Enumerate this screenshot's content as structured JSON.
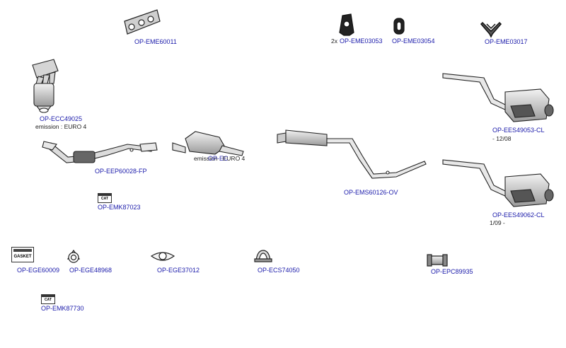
{
  "colors": {
    "link": "#1a1aaa",
    "line": "#333333",
    "fill": "#d8d8d8",
    "dark": "#555555"
  },
  "parts": {
    "eme60011": {
      "code": "OP-EME60011",
      "icon": "manifold-gasket-icon"
    },
    "eme03053": {
      "qty": "2x",
      "code": "OP-EME03053",
      "icon": "rubber-hanger-icon"
    },
    "eme03054": {
      "code": "OP-EME03054",
      "icon": "rubber-ring-icon"
    },
    "eme03017": {
      "code": "OP-EME03017",
      "icon": "bracket-icon"
    },
    "ecc49025": {
      "code": "OP-ECC49025",
      "note": "emission : EURO 4",
      "icon": "manifold-catalyst-icon"
    },
    "eep60028": {
      "code": "OP-EEP60028-FP",
      "icon": "front-pipe-icon"
    },
    "cat_mid": {
      "code": "OP-EC",
      "note": "emission : EURO 4",
      "icon": "catalytic-converter-icon"
    },
    "ems60126": {
      "code": "OP-EMS60126-OV",
      "icon": "middle-silencer-icon"
    },
    "ees49053": {
      "code": "OP-EES49053-CL",
      "note": "- 12/08",
      "icon": "rear-silencer-icon"
    },
    "ees49062": {
      "code": "OP-EES49062-CL",
      "note": "1/09 -",
      "icon": "rear-silencer-icon"
    },
    "emk87023": {
      "code": "OP-EMK87023",
      "badge": "CAT",
      "icon": "fitting-kit-icon"
    },
    "ege60009": {
      "code": "OP-EGE60009",
      "badge": "GASKET",
      "icon": "gasket-set-icon"
    },
    "ege48968": {
      "code": "OP-EGE48968",
      "icon": "flange-gasket-icon"
    },
    "ege37012": {
      "code": "OP-EGE37012",
      "icon": "oval-gasket-icon"
    },
    "ecs74050": {
      "code": "OP-ECS74050",
      "icon": "clamp-icon"
    },
    "epc89935": {
      "code": "OP-EPC89935",
      "icon": "pipe-connector-icon"
    },
    "emk87730": {
      "code": "OP-EMK87730",
      "badge": "CAT",
      "icon": "fitting-kit-icon"
    }
  }
}
